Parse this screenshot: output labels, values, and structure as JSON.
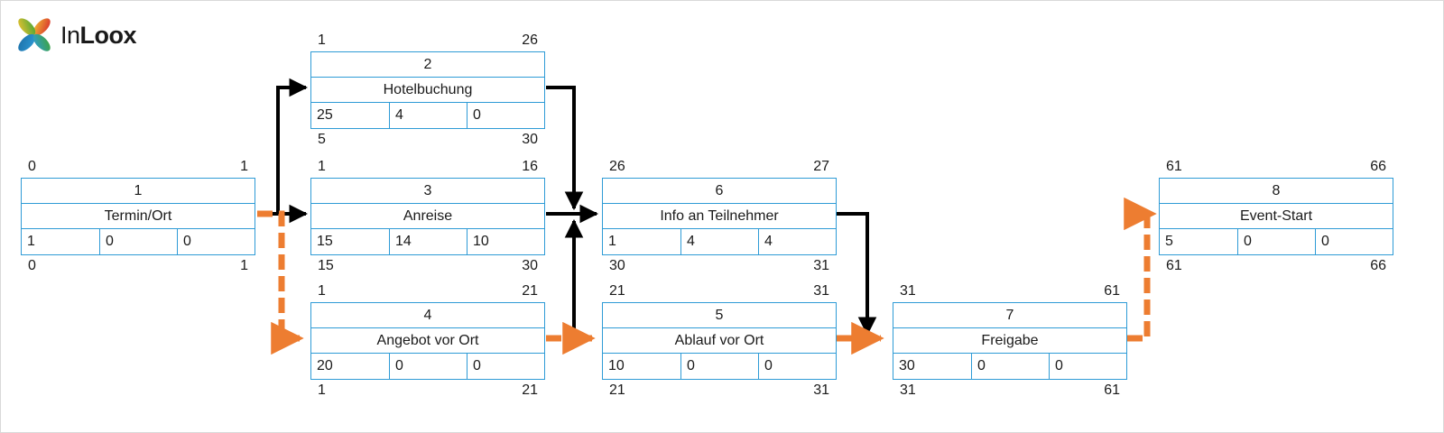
{
  "brand": {
    "name_light": "In",
    "name_bold": "Loox",
    "logo_icon": "inloox-flower-logo",
    "colors": {
      "petal_red": "#D7282F",
      "petal_yellow": "#F2C230",
      "petal_blue": "#2E9BD6",
      "petal_green": "#3FA535"
    }
  },
  "diagram": {
    "type": "network-plan",
    "node_border_color": "#2E9BD6",
    "critical_path_color": "#ED7D31",
    "normal_path_color": "#000000",
    "nodes": [
      {
        "key": "node-1",
        "id": "1",
        "name": "Termin/Ort",
        "early_start": "0",
        "early_finish": "1",
        "late_start": "0",
        "late_finish": "1",
        "duration": "1",
        "free_float": "0",
        "total_float": "0"
      },
      {
        "key": "node-2",
        "id": "2",
        "name": "Hotelbuchung",
        "early_start": "1",
        "early_finish": "26",
        "late_start": "5",
        "late_finish": "30",
        "duration": "25",
        "free_float": "4",
        "total_float": "0"
      },
      {
        "key": "node-3",
        "id": "3",
        "name": "Anreise",
        "early_start": "1",
        "early_finish": "16",
        "late_start": "15",
        "late_finish": "30",
        "duration": "15",
        "free_float": "14",
        "total_float": "10"
      },
      {
        "key": "node-4",
        "id": "4",
        "name": "Angebot vor Ort",
        "early_start": "1",
        "early_finish": "21",
        "late_start": "1",
        "late_finish": "21",
        "duration": "20",
        "free_float": "0",
        "total_float": "0"
      },
      {
        "key": "node-5",
        "id": "5",
        "name": "Ablauf vor Ort",
        "early_start": "21",
        "early_finish": "31",
        "late_start": "21",
        "late_finish": "31",
        "duration": "10",
        "free_float": "0",
        "total_float": "0"
      },
      {
        "key": "node-6",
        "id": "6",
        "name": "Info an Teilnehmer",
        "early_start": "26",
        "early_finish": "27",
        "late_start": "30",
        "late_finish": "31",
        "duration": "1",
        "free_float": "4",
        "total_float": "4"
      },
      {
        "key": "node-7",
        "id": "7",
        "name": "Freigabe",
        "early_start": "31",
        "early_finish": "61",
        "late_start": "31",
        "late_finish": "61",
        "duration": "30",
        "free_float": "0",
        "total_float": "0"
      },
      {
        "key": "node-8",
        "id": "8",
        "name": "Event-Start",
        "early_start": "61",
        "early_finish": "66",
        "late_start": "61",
        "late_finish": "66",
        "duration": "5",
        "free_float": "0",
        "total_float": "0"
      }
    ],
    "edges": [
      {
        "from": "1",
        "to": "2",
        "critical": false
      },
      {
        "from": "1",
        "to": "3",
        "critical": false
      },
      {
        "from": "1",
        "to": "4",
        "critical": true
      },
      {
        "from": "2",
        "to": "6",
        "critical": false
      },
      {
        "from": "3",
        "to": "6",
        "critical": false
      },
      {
        "from": "4",
        "to": "6",
        "critical": false
      },
      {
        "from": "4",
        "to": "5",
        "critical": true
      },
      {
        "from": "5",
        "to": "7",
        "critical": true
      },
      {
        "from": "6",
        "to": "7",
        "critical": false
      },
      {
        "from": "7",
        "to": "8",
        "critical": true
      }
    ]
  }
}
